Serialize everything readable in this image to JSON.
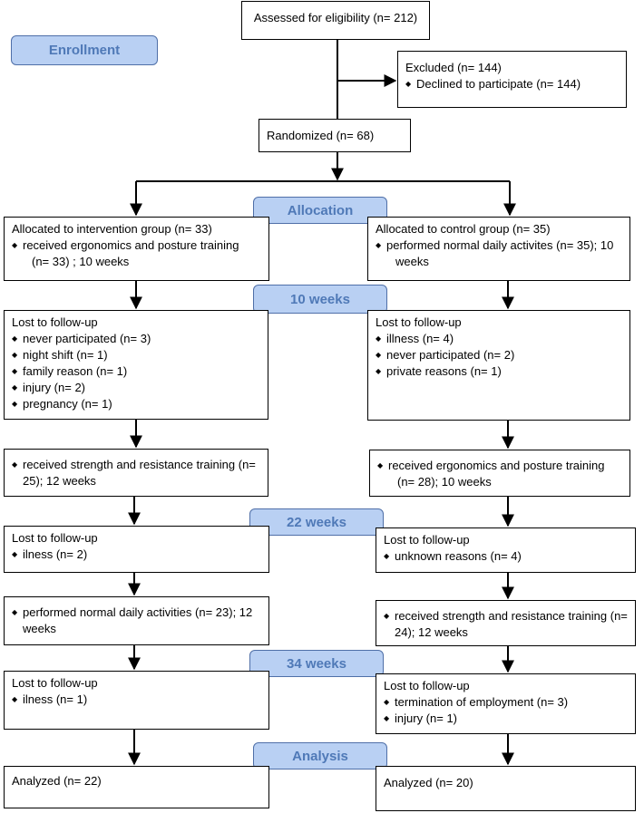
{
  "stages": {
    "enrollment": "Enrollment",
    "allocation": "Allocation",
    "w10": "10 weeks",
    "w22": "22 weeks",
    "w34": "34 weeks",
    "analysis": "Analysis"
  },
  "assessed": "Assessed for eligibility (n= 212)",
  "excluded": {
    "title": "Excluded  (n= 144)",
    "item": "Declined to participate (n= 144)"
  },
  "randomized": "Randomized (n= 68)",
  "left": {
    "allocated": {
      "title": "Allocated to intervention group (n= 33)",
      "item": "received ergonomics and posture training",
      "cont": "(n= 33) ; 10 weeks"
    },
    "lost1": {
      "title": "Lost to follow-up",
      "items": [
        "never participated (n= 3)",
        "night shift (n= 1)",
        "family reason (n= 1)",
        "injury (n= 2)",
        "pregnancy (n= 1)"
      ]
    },
    "phase2": {
      "item": "received strength and resistance training (n= 25); 12 weeks"
    },
    "lost2": {
      "title": "Lost to follow-up",
      "items": [
        "ilness (n= 2)"
      ]
    },
    "phase3": {
      "item": "performed normal daily activities (n= 23); 12 weeks"
    },
    "lost3": {
      "title": "Lost to follow-up",
      "items": [
        "ilness (n= 1)"
      ]
    },
    "analyzed": "Analyzed (n= 22)"
  },
  "right": {
    "allocated": {
      "title": "Allocated to control group (n= 35)",
      "item": "performed normal daily activites (n= 35); 10",
      "cont": "weeks"
    },
    "lost1": {
      "title": "Lost to follow-up",
      "items": [
        "illness (n= 4)",
        "never participated (n= 2)",
        "private reasons (n= 1)"
      ]
    },
    "phase2": {
      "item": "received ergonomics and posture training",
      "cont": "(n= 28); 10 weeks"
    },
    "lost2": {
      "title": "Lost to follow-up",
      "items": [
        "unknown reasons (n= 4)"
      ]
    },
    "phase3": {
      "item": "received strength and resistance training (n= 24); 12 weeks"
    },
    "lost3": {
      "title": "Lost to follow-up",
      "items": [
        "termination of employment (n= 3)",
        "injury (n= 1)"
      ]
    },
    "analyzed": "Analyzed (n= 20)"
  }
}
